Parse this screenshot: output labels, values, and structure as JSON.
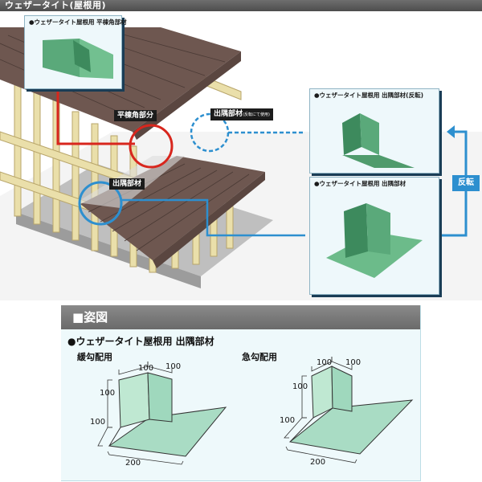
{
  "header": {
    "title": "ウェザータイト(屋根用)"
  },
  "callouts": {
    "hira_mune": "平棟角部分",
    "dezumi_reverse": "出隅部材",
    "dezumi_reverse_note": "(反転にて使用)",
    "dezumi": "出隅部材"
  },
  "panels": {
    "hira_mune": {
      "label": "●ウェザータイト屋根用 平棟角部材"
    },
    "dezumi_reverse": {
      "label": "●ウェザータイト屋根用 出隅部材(反転)"
    },
    "dezumi": {
      "label": "●ウェザータイト屋根用 出隅部材"
    }
  },
  "reverse_label": "反転",
  "section": {
    "title": "■姿図",
    "product": "●ウェザータイト屋根用 出隅部材",
    "gentle": {
      "label": "緩勾配用",
      "dims": {
        "top_left": "100",
        "top_right": "100",
        "left_upper": "100",
        "left_lower": "100",
        "bottom": "200"
      }
    },
    "steep": {
      "label": "急勾配用",
      "dims": {
        "top_left": "100",
        "top_right": "100",
        "left_upper": "100",
        "left_lower": "100",
        "bottom": "200"
      }
    }
  },
  "colors": {
    "roof_tile": "#6e5750",
    "timber": "#e8dca8",
    "flashing_green": "#5aa97a",
    "callout_red": "#d8261d",
    "callout_blue": "#2d8fcf"
  }
}
